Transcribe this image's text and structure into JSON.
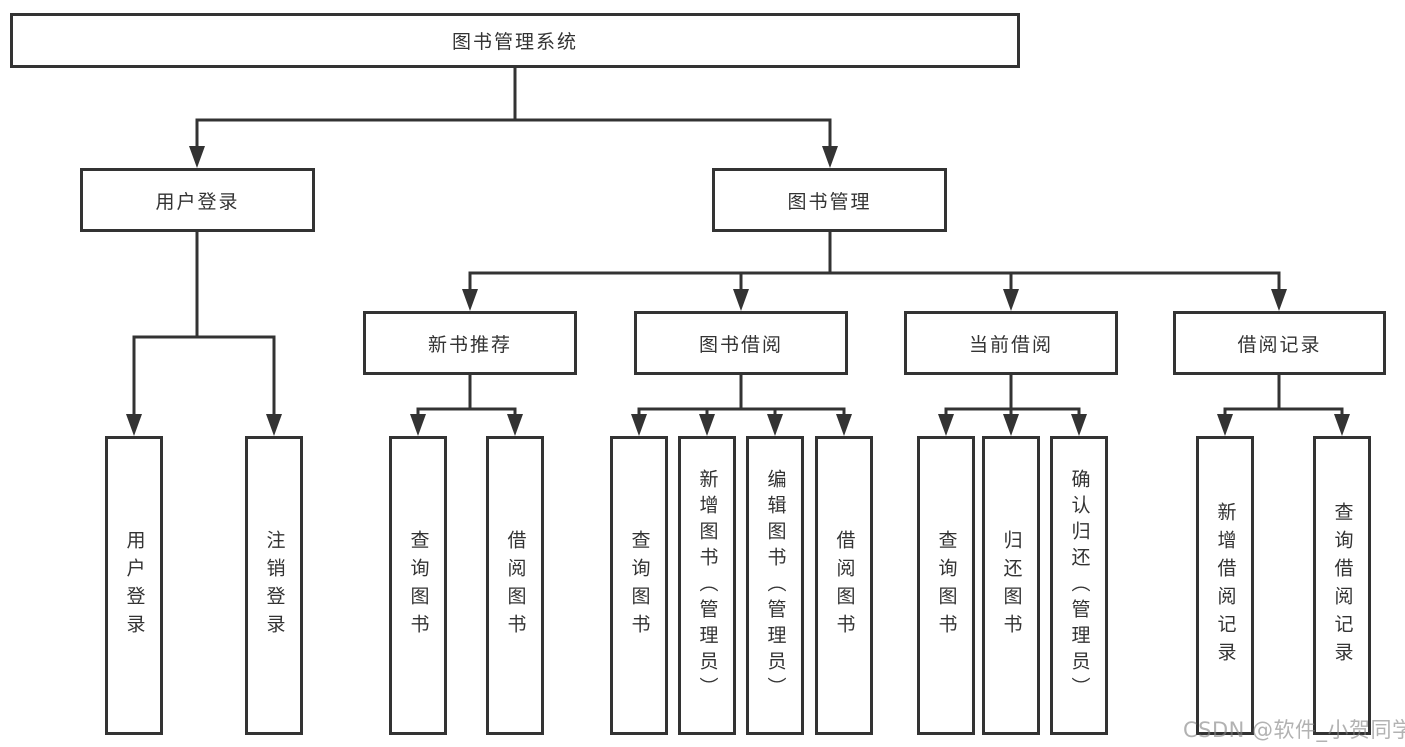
{
  "diagram": {
    "title": "图书管理系统",
    "root": {
      "label": "图书管理系统"
    },
    "branches": [
      {
        "label": "用户登录"
      },
      {
        "label": "图书管理"
      }
    ],
    "sub_branches": [
      {
        "label": "新书推荐"
      },
      {
        "label": "图书借阅"
      },
      {
        "label": "当前借阅"
      },
      {
        "label": "借阅记录"
      }
    ],
    "leaves": {
      "login": [
        "用户登录",
        "注销登录"
      ],
      "new_books": [
        "查询图书",
        "借阅图书"
      ],
      "borrowing": [
        "查询图书",
        "新增图书（管理员）",
        "编辑图书（管理员）",
        "借阅图书"
      ],
      "current": [
        "查询图书",
        "归还图书",
        "确认归还（管理员）"
      ],
      "records": [
        "新增借阅记录",
        "查询借阅记录"
      ]
    }
  },
  "watermark": {
    "text": "CSDN @软件_小贺同学"
  },
  "colors": {
    "line": "#333333",
    "box_border": "#333333",
    "box_background": "#ffffff",
    "text": "#333333",
    "watermark_text": "#828282",
    "page_background": "#ffffff"
  }
}
